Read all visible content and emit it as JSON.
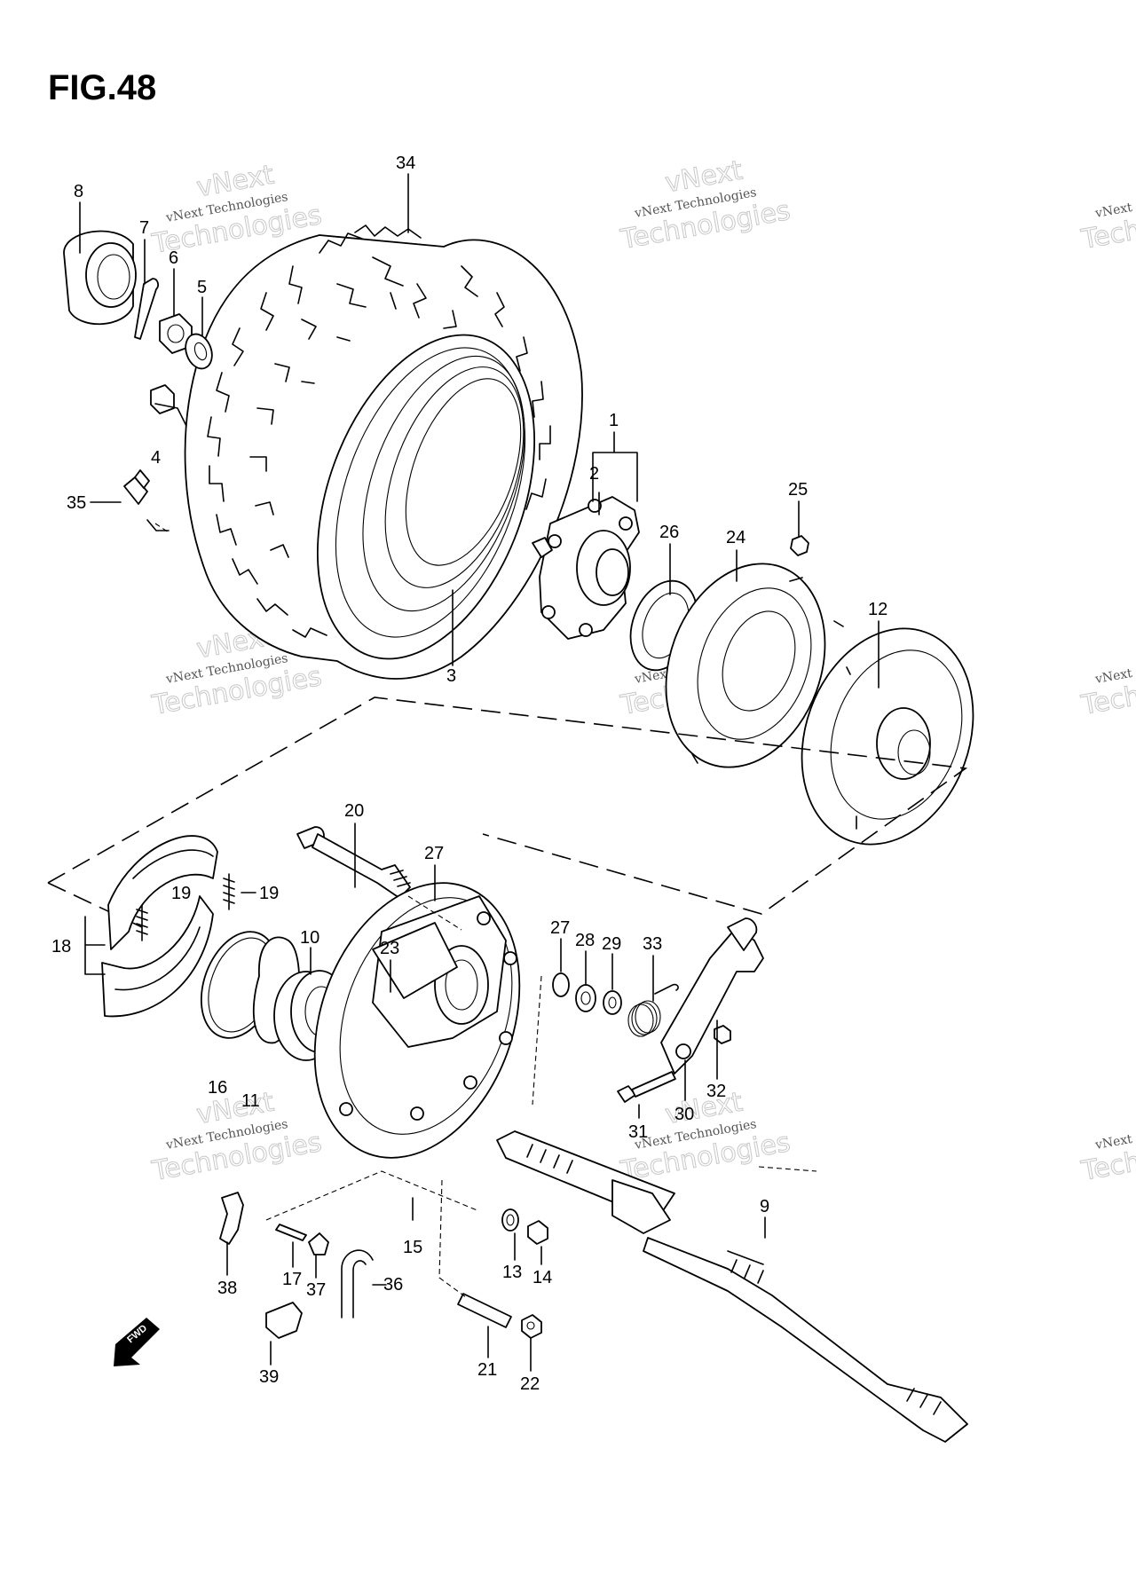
{
  "figure": {
    "title": "FIG.48"
  },
  "watermark": {
    "line1": "vNext Technologies",
    "line2": "Technologies",
    "line3": "vNext"
  },
  "fwd_label": "FWD",
  "callouts": [
    {
      "id": "c34",
      "text": "34"
    },
    {
      "id": "c8",
      "text": "8"
    },
    {
      "id": "c7",
      "text": "7"
    },
    {
      "id": "c6",
      "text": "6"
    },
    {
      "id": "c5",
      "text": "5"
    },
    {
      "id": "c4",
      "text": "4"
    },
    {
      "id": "c35",
      "text": "35"
    },
    {
      "id": "c1",
      "text": "1"
    },
    {
      "id": "c2",
      "text": "2"
    },
    {
      "id": "c3",
      "text": "3"
    },
    {
      "id": "c26",
      "text": "26"
    },
    {
      "id": "c24",
      "text": "24"
    },
    {
      "id": "c25",
      "text": "25"
    },
    {
      "id": "c12",
      "text": "12"
    },
    {
      "id": "c20",
      "text": "20"
    },
    {
      "id": "c27a",
      "text": "27"
    },
    {
      "id": "c19a",
      "text": "19"
    },
    {
      "id": "c19b",
      "text": "19"
    },
    {
      "id": "c18",
      "text": "18"
    },
    {
      "id": "c10",
      "text": "10"
    },
    {
      "id": "c23",
      "text": "23"
    },
    {
      "id": "c27b",
      "text": "27"
    },
    {
      "id": "c28",
      "text": "28"
    },
    {
      "id": "c29",
      "text": "29"
    },
    {
      "id": "c33",
      "text": "33"
    },
    {
      "id": "c16",
      "text": "16"
    },
    {
      "id": "c11",
      "text": "11"
    },
    {
      "id": "c32",
      "text": "32"
    },
    {
      "id": "c30",
      "text": "30"
    },
    {
      "id": "c31",
      "text": "31"
    },
    {
      "id": "c9",
      "text": "9"
    },
    {
      "id": "c15",
      "text": "15"
    },
    {
      "id": "c13",
      "text": "13"
    },
    {
      "id": "c14",
      "text": "14"
    },
    {
      "id": "c38",
      "text": "38"
    },
    {
      "id": "c17",
      "text": "17"
    },
    {
      "id": "c37",
      "text": "37"
    },
    {
      "id": "c36",
      "text": "36"
    },
    {
      "id": "c21",
      "text": "21"
    },
    {
      "id": "c22",
      "text": "22"
    },
    {
      "id": "c39",
      "text": "39"
    }
  ]
}
